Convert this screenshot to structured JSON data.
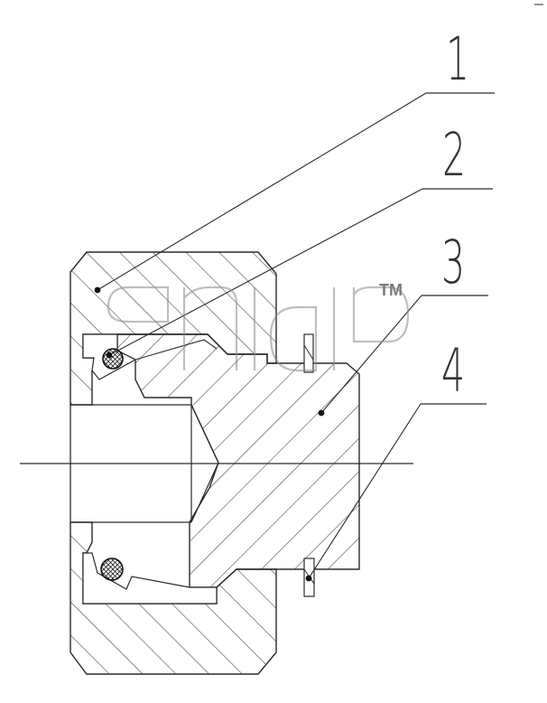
{
  "callouts": [
    "1",
    "2",
    "3",
    "4"
  ],
  "watermark": {
    "text": "TM"
  },
  "colors": {
    "line": "#2a2a2a",
    "hatch": "#3a3a3a",
    "watermark": "#8a8a8a"
  }
}
